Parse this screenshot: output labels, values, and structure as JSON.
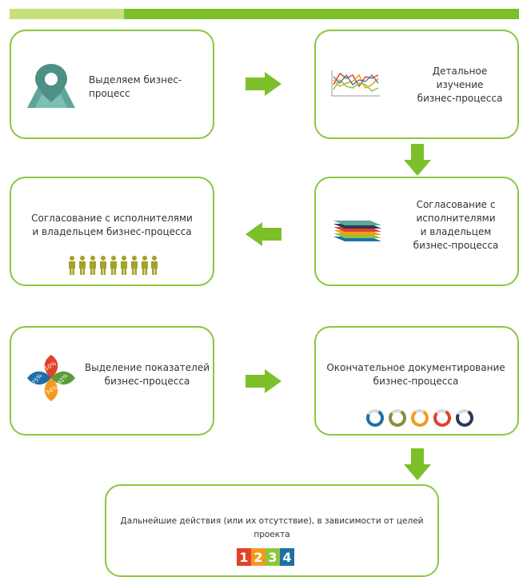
{
  "steps": [
    {
      "text": "Выделяем бизнес-процесс"
    },
    {
      "line1": "Детальное изучение",
      "line2": "бизнес-процесса"
    },
    {
      "line1": "Согласование с",
      "line2": "исполнителями",
      "line3": "и владельцем",
      "line4": "бизнес-процесса"
    },
    {
      "line1": "Согласование с исполнителями",
      "line2": "и владельцем бизнес-процесса"
    },
    {
      "line1": "Выделение показателей",
      "line2": "бизнес-процесса"
    },
    {
      "line1": "Окончательное документирование",
      "line2": "бизнес-процесса"
    },
    {
      "text": "Дальнейшие действия (или их отсутствие), в зависимости от целей проекта"
    }
  ],
  "petals": {
    "red": "10%",
    "green": "92%",
    "blue": "75%",
    "orange": "54%"
  },
  "numbers": [
    "1",
    "2",
    "3",
    "4"
  ],
  "colors": {
    "accent_green": "#7bbf2a",
    "light_green": "#c8e07a",
    "box_border": "#8cc63f",
    "people_olive": "#a3a22a",
    "ring_blue": "#1f6fa6",
    "ring_olive": "#8b8b3a",
    "ring_orange": "#f39a1e",
    "ring_red": "#e2412b",
    "ring_navy": "#2b3a55"
  },
  "icons": [
    "map-pin-icon",
    "line-chart-icon",
    "stacked-layers-icon",
    "people-icon",
    "petal-diagram-icon",
    "ring-icon",
    "numbers-icon",
    "arrow-right-icon",
    "arrow-down-icon",
    "arrow-left-icon"
  ]
}
